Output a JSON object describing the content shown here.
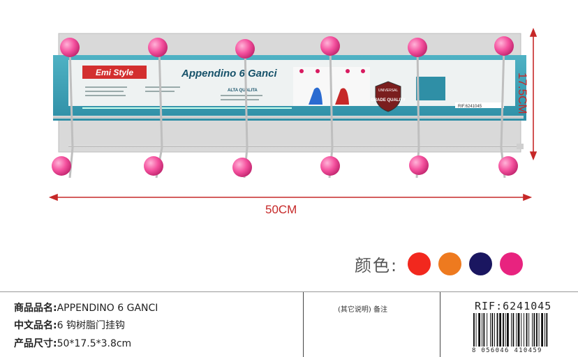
{
  "product_photo": {
    "package_brand": "Emi Style",
    "package_title": "Appendino 6 Ganci",
    "package_badge": "GRADE QUALITY",
    "package_badge_top": "UNIVERSAL",
    "package_subtitle": "ALTA QUALITA",
    "package_ref": "RIF.6241045",
    "width_label": "50CM",
    "height_label": "17.5CM"
  },
  "colors": {
    "label": "颜色:",
    "swatches": [
      "#f2281e",
      "#ee7a1f",
      "#1a1660",
      "#e8237f"
    ]
  },
  "info": {
    "name_key": "商品品名:",
    "name_value": "APPENDINO 6 GANCI",
    "cn_key": "中文品名:",
    "cn_value": "6 钩树脂门挂钩",
    "size_key": "产品尺寸:",
    "size_value": "50*17.5*3.8cm",
    "note": "(其它说明) 备注",
    "rif": "RIF:6241045",
    "barcode_number": "8 056046 410459"
  }
}
